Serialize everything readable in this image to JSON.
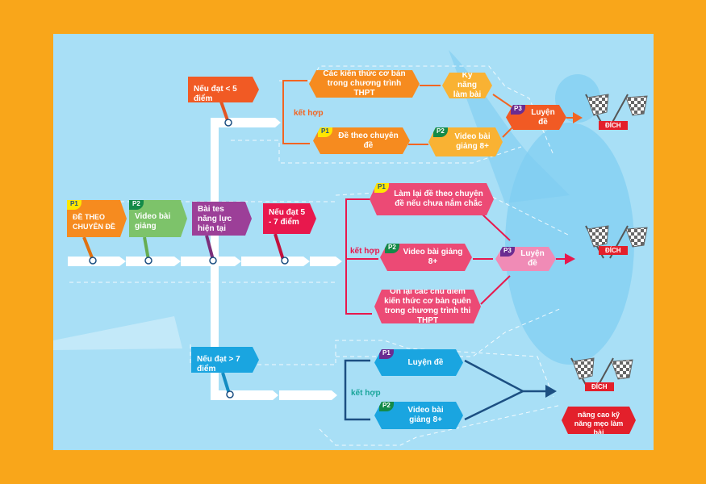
{
  "colors": {
    "background": "#f9a61a",
    "panel": "#a8dff6",
    "orange": "#f47b20",
    "yellow": "#f9b233",
    "red_orange": "#f15a24",
    "pink": "#ec4a75",
    "light_pink": "#f08bb6",
    "blue": "#1aa5e0",
    "navy": "#1c4f82",
    "finish": "#e3202b"
  },
  "badges": {
    "p1": "P1",
    "p2": "P2",
    "p3": "P3"
  },
  "timeline": [
    {
      "label": "ĐỀ THEO CHUYÊN ĐỀ",
      "badge": "P1",
      "color": "#f68b1f"
    },
    {
      "label": "Video bài giảng",
      "badge": "P2",
      "color": "#7dc36a"
    },
    {
      "label": "Bài tes năng lực hiện tại",
      "color": "#9c3f98"
    },
    {
      "label": "Nếu đạt 5 - 7 điểm",
      "color": "#e8184d"
    }
  ],
  "top": {
    "condition": "Nếu đạt < 5 điểm",
    "combine": "kết hợp",
    "box1": "Các kiến thức cơ bản trong chương trình THPT",
    "box2": "Kỹ năng làm bài",
    "box3": "Đề theo chuyên đề",
    "box4": "Video bài giảng 8+",
    "final": "Luyện đề",
    "finish": "ĐÍCH"
  },
  "middle": {
    "combine": "kết hợp",
    "box1": "Làm lại đề theo chuyên đề nếu chưa nắm chắc",
    "box2": "Video bài giảng 8+",
    "box3": "Ôn lại các chủ điểm kiến thức cơ bản quên trong chương trình thi THPT",
    "final": "Luyện đề",
    "finish": "ĐÍCH"
  },
  "bottom": {
    "condition": "Nếu đạt > 7 điểm",
    "combine": "kết hợp",
    "box1": "Luyện đề",
    "box2": "Video bài giảng 8+",
    "finish": "ĐÍCH",
    "goal": "nâng cao kỹ năng mẹo làm bài"
  }
}
